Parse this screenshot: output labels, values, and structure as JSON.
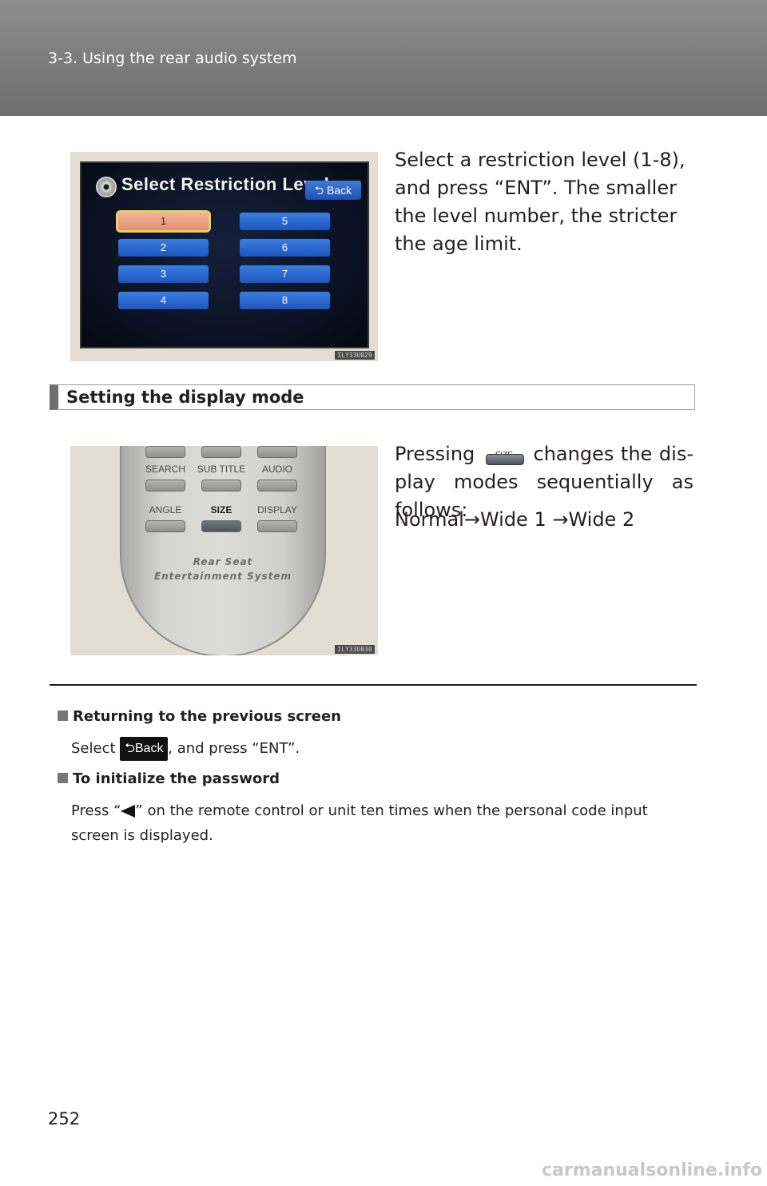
{
  "header": {
    "title": "3-3. Using the rear audio system"
  },
  "figure1": {
    "code": "ILY33U029",
    "screen_title": "Select  Restriction  Level",
    "back_label": "⮌ Back",
    "levels": [
      "1",
      "2",
      "3",
      "4",
      "5",
      "6",
      "7",
      "8"
    ],
    "selected_level": "1"
  },
  "intro_text": "Select a restriction level (1-8), and press “ENT”. The smaller the level number, the stricter the age limit.",
  "section": {
    "title": "Setting the display mode"
  },
  "figure2": {
    "code": "ILY33U030",
    "row1": [
      "SEARCH",
      "SUB TITLE",
      "AUDIO"
    ],
    "row2": [
      "ANGLE",
      "SIZE",
      "DISPLAY"
    ],
    "brand_line1": "Rear Seat",
    "brand_line2": "Entertainment System"
  },
  "display_text": {
    "before": "Pressing",
    "icon_label": "SIZE",
    "after": "changes the dis-play modes sequentially as follows:",
    "sequence": "Normal→Wide 1 →Wide 2"
  },
  "notes": [
    {
      "heading": "Returning to the previous screen",
      "pre": "Select",
      "icon_label": "⮌Back",
      "post": ", and press “ENT”."
    },
    {
      "heading": "To initialize the password",
      "pre": "Press “",
      "post": "” on the remote control or unit ten times when the personal code input screen is displayed."
    }
  ],
  "page_number": "252",
  "watermark": "carmanualsonline.info"
}
